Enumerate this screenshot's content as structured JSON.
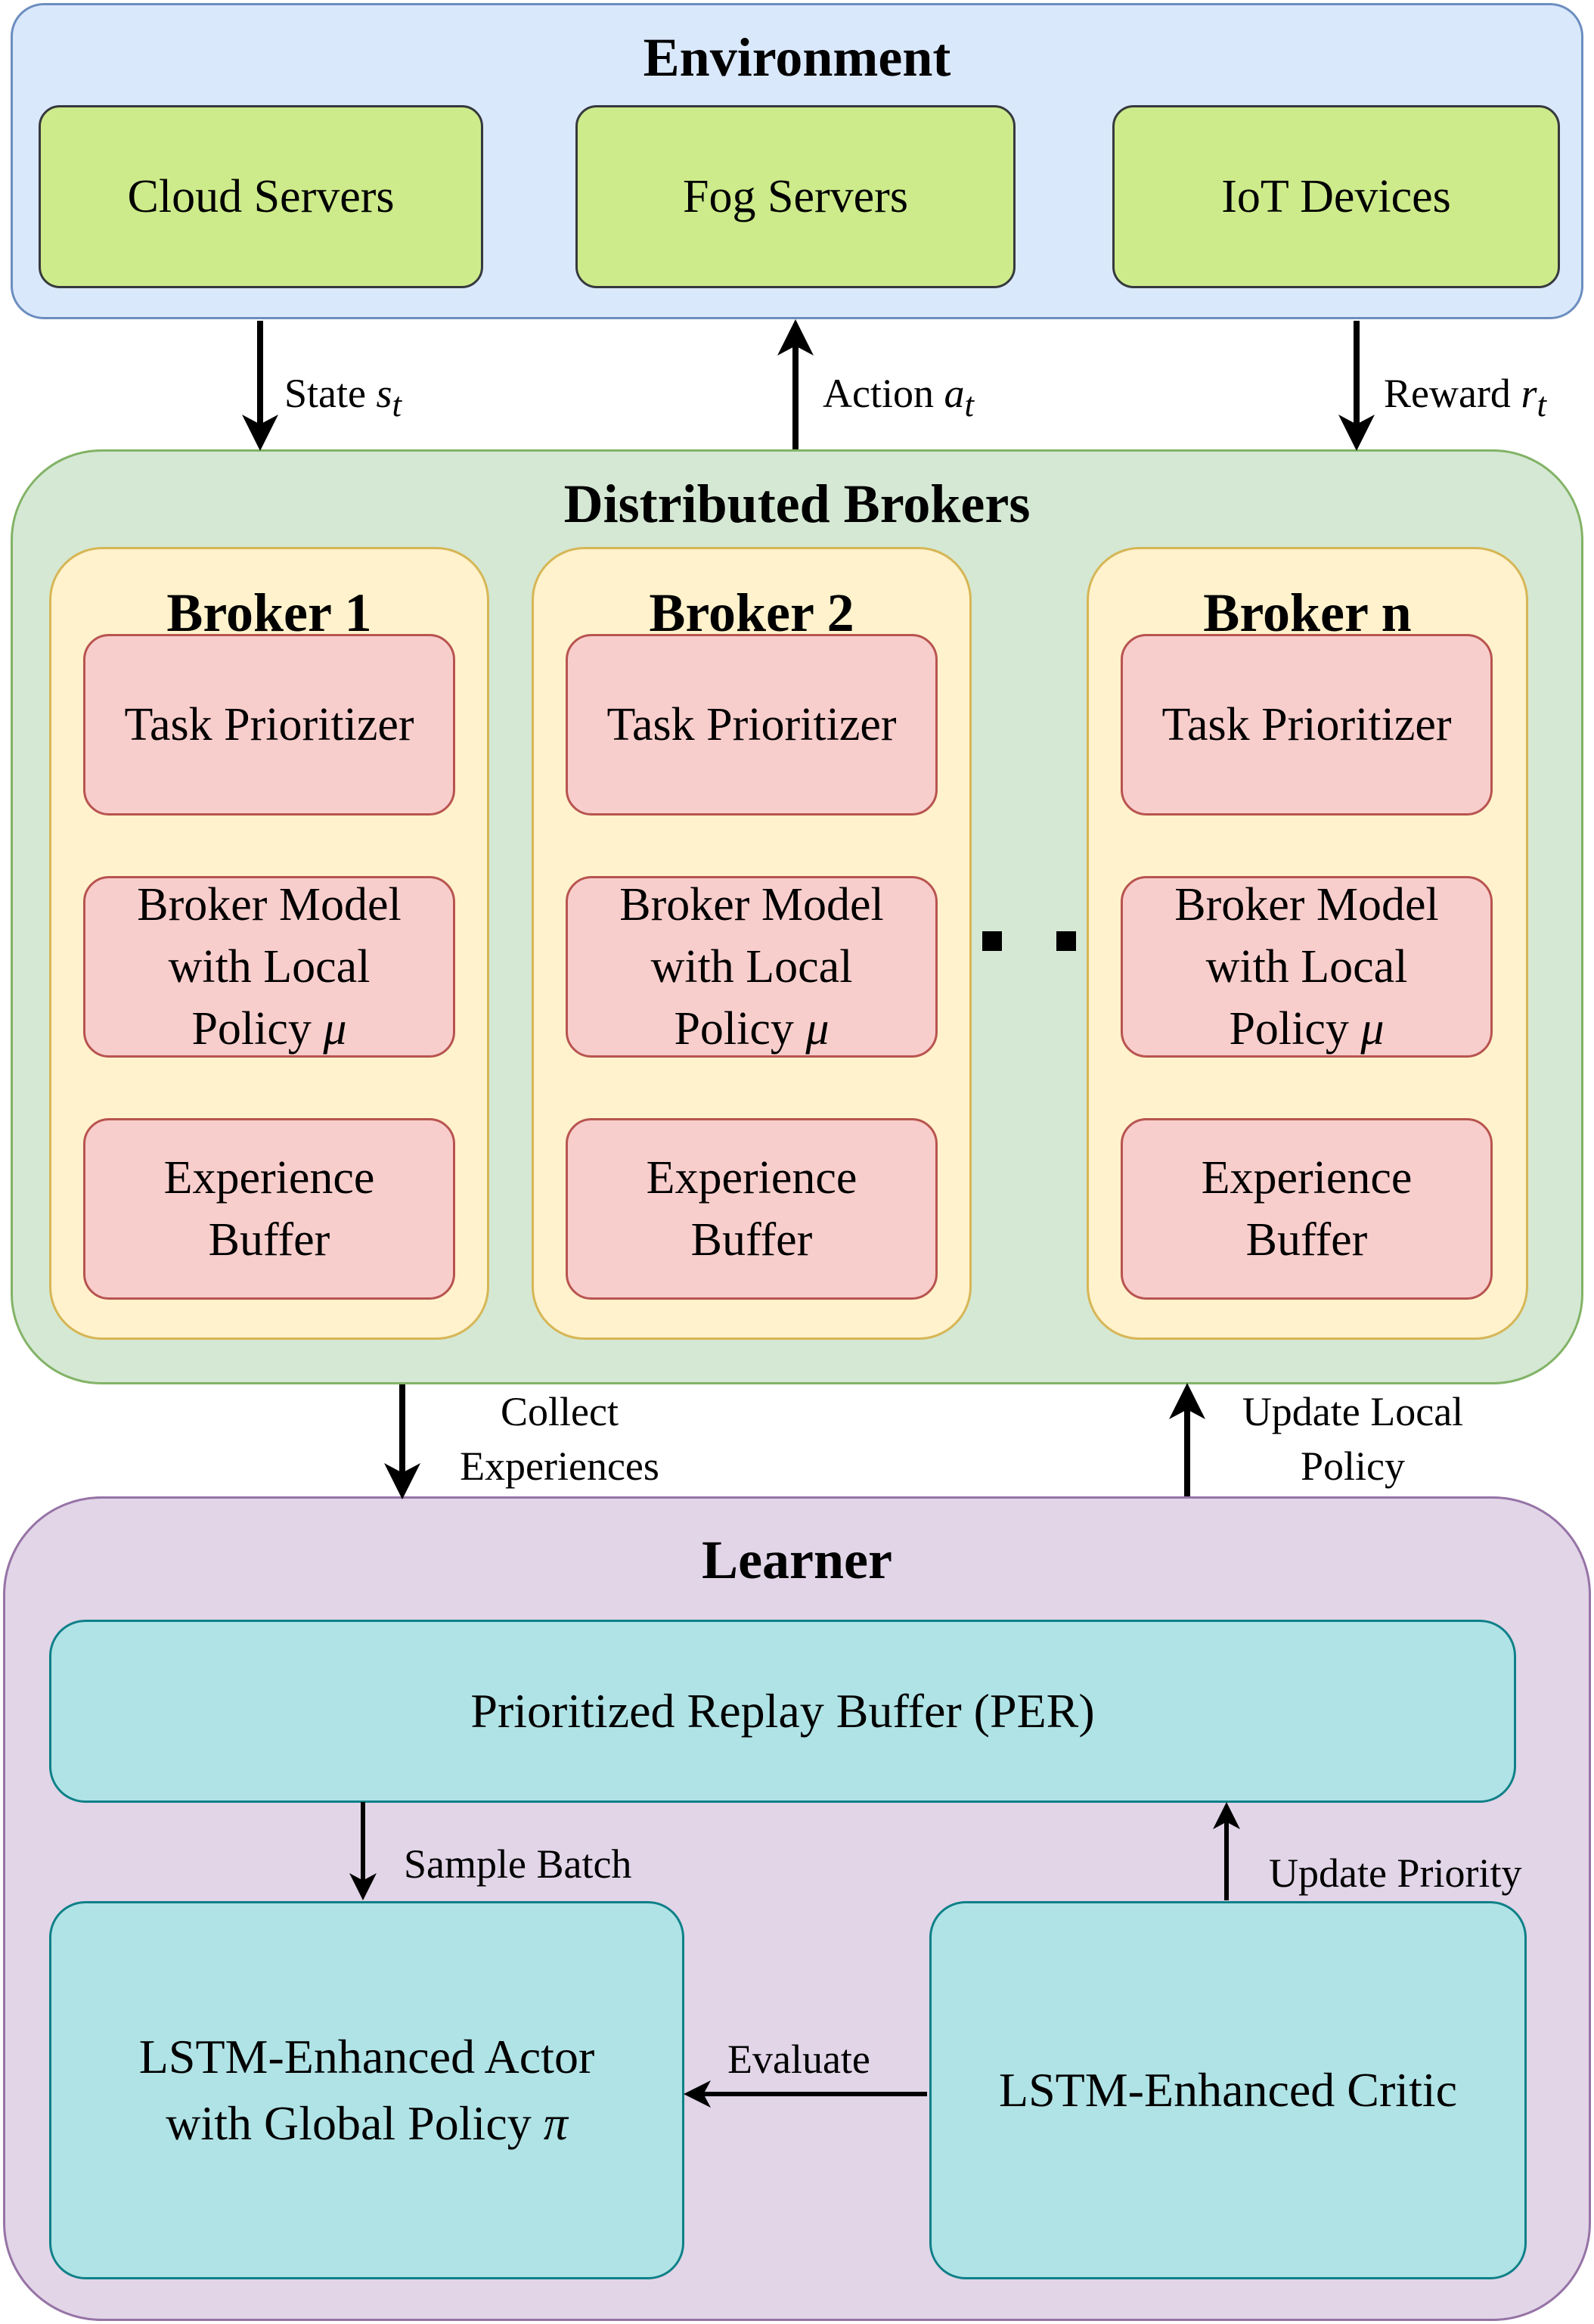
{
  "environment": {
    "title": "Environment",
    "components": [
      "Cloud Servers",
      "Fog Servers",
      "IoT Devices"
    ]
  },
  "arrows_top": {
    "state": "State",
    "state_var": "s",
    "state_sub": "t",
    "action": "Action",
    "action_var": "a",
    "action_sub": "t",
    "reward": "Reward",
    "reward_var": "r",
    "reward_sub": "t"
  },
  "brokers": {
    "title": "Distributed Brokers",
    "items": [
      {
        "name": "Broker 1",
        "prioritizer": "Task Prioritizer",
        "model_l1": "Broker Model",
        "model_l2": "with Local",
        "model_l3": "Policy",
        "model_sym": "μ",
        "buffer_l1": "Experience",
        "buffer_l2": "Buffer"
      },
      {
        "name": "Broker 2",
        "prioritizer": "Task Prioritizer",
        "model_l1": "Broker Model",
        "model_l2": "with Local",
        "model_l3": "Policy",
        "model_sym": "μ",
        "buffer_l1": "Experience",
        "buffer_l2": "Buffer"
      },
      {
        "name": "Broker n",
        "prioritizer": "Task Prioritizer",
        "model_l1": "Broker Model",
        "model_l2": "with Local",
        "model_l3": "Policy",
        "model_sym": "μ",
        "buffer_l1": "Experience",
        "buffer_l2": "Buffer"
      }
    ]
  },
  "arrows_mid": {
    "collect_l1": "Collect",
    "collect_l2": "Experiences",
    "update_l1": "Update Local",
    "update_l2": "Policy"
  },
  "learner": {
    "title": "Learner",
    "per": "Prioritized Replay Buffer (PER)",
    "sample_batch": "Sample Batch",
    "update_priority": "Update Priority",
    "actor_l1": "LSTM-Enhanced Actor",
    "actor_l2": "with Global Policy",
    "actor_sym": "π",
    "critic": "LSTM-Enhanced Critic",
    "evaluate": "Evaluate"
  }
}
